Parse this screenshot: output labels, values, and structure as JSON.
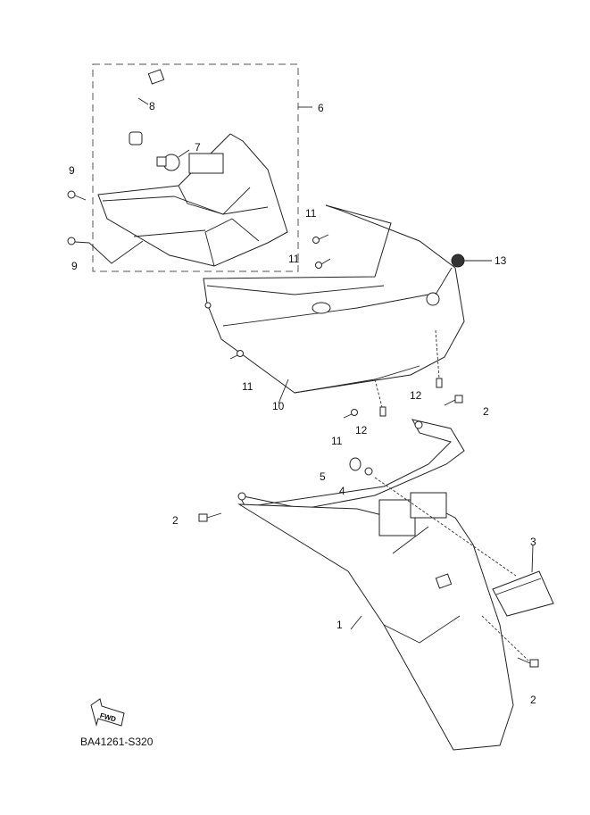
{
  "diagram": {
    "title": "Rear fender / tail light assembly",
    "code": "BA41261-S320",
    "fwd_label": "FWD",
    "callouts": [
      {
        "id": "1",
        "label": "1"
      },
      {
        "id": "2a",
        "label": "2"
      },
      {
        "id": "2b",
        "label": "2"
      },
      {
        "id": "2c",
        "label": "2"
      },
      {
        "id": "3",
        "label": "3"
      },
      {
        "id": "4",
        "label": "4"
      },
      {
        "id": "5",
        "label": "5"
      },
      {
        "id": "6",
        "label": "6"
      },
      {
        "id": "7",
        "label": "7"
      },
      {
        "id": "8",
        "label": "8"
      },
      {
        "id": "9a",
        "label": "9"
      },
      {
        "id": "9b",
        "label": "9"
      },
      {
        "id": "10",
        "label": "10"
      },
      {
        "id": "11a",
        "label": "11"
      },
      {
        "id": "11b",
        "label": "11"
      },
      {
        "id": "11c",
        "label": "11"
      },
      {
        "id": "11d",
        "label": "11"
      },
      {
        "id": "12a",
        "label": "12"
      },
      {
        "id": "12b",
        "label": "12"
      },
      {
        "id": "13",
        "label": "13"
      }
    ]
  }
}
